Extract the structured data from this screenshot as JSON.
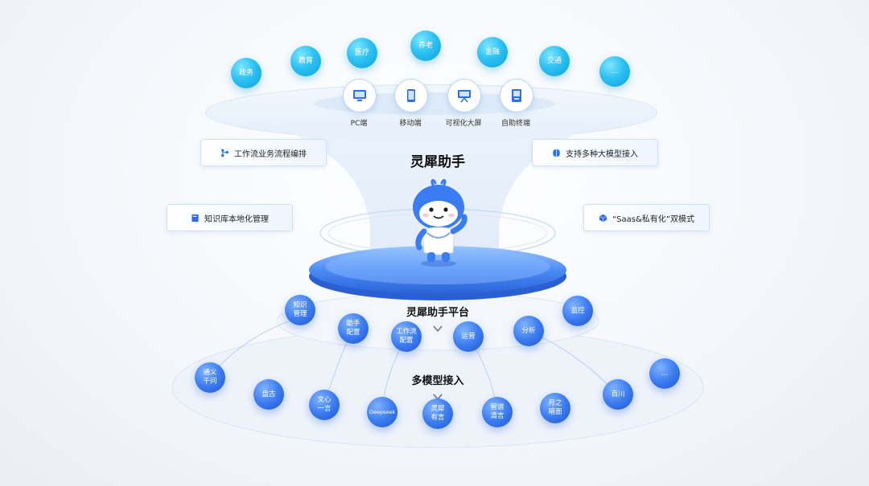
{
  "top_nodes": [
    "政务",
    "教育",
    "医疗",
    "养老",
    "金融",
    "交通",
    "…"
  ],
  "devices": [
    "PC端",
    "移动端",
    "可视化大屏",
    "自助终端"
  ],
  "features": {
    "left_top": "工作流业务流程编排",
    "left_bottom": "知识库本地化管理",
    "right_top": "支持多种大模型接入",
    "right_bottom": "“Saas&私有化”双模式"
  },
  "center_title": "灵犀助手",
  "platform_title": "灵犀助手平台",
  "platform_nodes": [
    "知识\n管理",
    "助手\n配置",
    "工作流\n配置",
    "运营",
    "分析",
    "监控"
  ],
  "models_title": "多模型接入",
  "model_nodes": [
    "通义\n千问",
    "盘古",
    "文心\n一言",
    "Deepseek",
    "灵犀\n有言",
    "智谱\n清言",
    "月之\n暗面",
    "百川",
    "…"
  ],
  "colors": {
    "cyan": "#2ec1f2",
    "blue": "#3d7df0",
    "disk": "#4c8cf5"
  }
}
